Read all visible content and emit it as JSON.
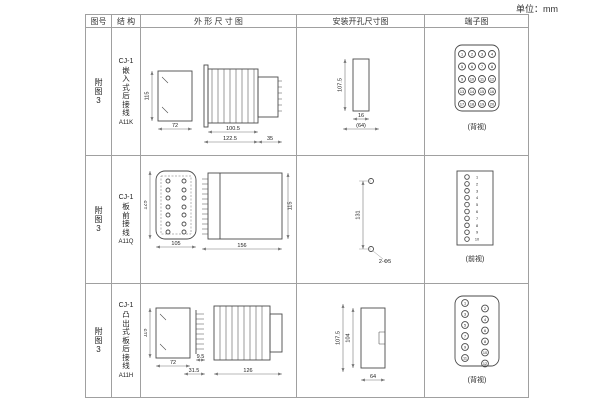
{
  "page": {
    "unit_label": "单位：mm"
  },
  "table": {
    "headers": {
      "fig": "图号",
      "structure": "结 构",
      "outline": "外 形 尺 寸 图",
      "install": "安装开孔尺寸图",
      "terminal": "端子图"
    },
    "rows": [
      {
        "fig": "附图3",
        "model": "CJ-1",
        "structure_text": "嵌入式后接线",
        "code": "A11K",
        "outline": {
          "h": "115",
          "w": "72",
          "d1": "100.5",
          "d2": "122.5",
          "d3": "35"
        },
        "install": {
          "a": "107.5",
          "b": "16",
          "c": "(64)"
        },
        "terminal": {
          "view": "(背视)",
          "nums": [
            1,
            2,
            3,
            4,
            5,
            6,
            7,
            8,
            9,
            10,
            11,
            12,
            13,
            14,
            15,
            16,
            17,
            18,
            19,
            20
          ]
        }
      },
      {
        "fig": "附图3",
        "model": "CJ-1",
        "structure_text": "板前接线",
        "code": "A11Q",
        "outline": {
          "h": "125",
          "w": "105",
          "h2": "115",
          "d": "156"
        },
        "install": {
          "a": "131",
          "note": "2-Φ5"
        },
        "terminal": {
          "view": "(前视)",
          "nums": [
            1,
            2,
            3,
            4,
            5,
            6,
            7,
            8,
            9,
            10
          ]
        }
      },
      {
        "fig": "附图3",
        "model": "CJ-1",
        "structure_text": "凸出式板后接线",
        "code": "A11H",
        "outline": {
          "h": "115",
          "w": "72",
          "p": "9.5",
          "o": "31.5",
          "d": "126"
        },
        "install": {
          "a": "107.5",
          "b": "104",
          "c": "64"
        },
        "terminal": {
          "view": "(背视)",
          "nums": [
            1,
            2,
            3,
            4,
            5,
            6,
            7,
            8,
            9,
            10,
            11,
            12
          ]
        }
      }
    ]
  }
}
